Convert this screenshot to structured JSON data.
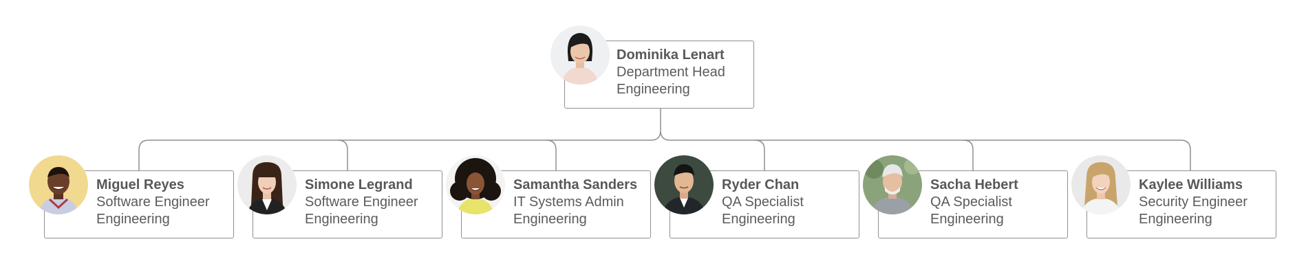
{
  "root": {
    "name": "Dominika Lenart",
    "title": "Department Head",
    "department": "Engineering",
    "avatar_icon": "person-photo-woman-icon"
  },
  "reports": [
    {
      "name": "Miguel Reyes",
      "title": "Software Engineer",
      "department": "Engineering",
      "avatar_icon": "person-photo-man-icon"
    },
    {
      "name": "Simone Legrand",
      "title": "Software Engineer",
      "department": "Engineering",
      "avatar_icon": "person-photo-woman-icon"
    },
    {
      "name": "Samantha Sanders",
      "title": "IT Systems Admin",
      "department": "Engineering",
      "avatar_icon": "person-photo-woman-icon"
    },
    {
      "name": "Ryder Chan",
      "title": "QA Specialist",
      "department": "Engineering",
      "avatar_icon": "person-photo-man-icon"
    },
    {
      "name": "Sacha Hebert",
      "title": "QA Specialist",
      "department": "Engineering",
      "avatar_icon": "person-photo-man-icon"
    },
    {
      "name": "Kaylee Williams",
      "title": "Security Engineer",
      "department": "Engineering",
      "avatar_icon": "person-photo-woman-icon"
    }
  ],
  "colors": {
    "card_border": "#8f8f8f",
    "connector": "#8f8f8f",
    "text": "#5b5b5b"
  }
}
